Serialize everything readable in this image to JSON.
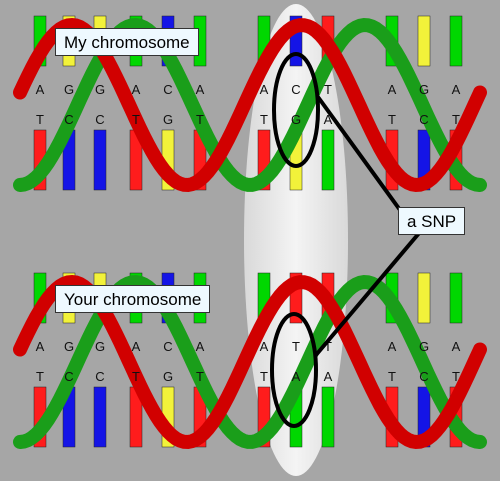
{
  "labels": {
    "top": "My chromosome",
    "bottom": "Your chromosome",
    "snp": "a SNP"
  },
  "strands": [
    {
      "row": "top",
      "upper": [
        "A",
        "G",
        "G",
        "A",
        "C",
        "A",
        "A",
        "C",
        "T",
        "A",
        "G",
        "A"
      ],
      "lower": [
        "T",
        "C",
        "C",
        "T",
        "G",
        "T",
        "T",
        "G",
        "A",
        "T",
        "C",
        "T"
      ]
    },
    {
      "row": "bottom",
      "upper": [
        "A",
        "G",
        "G",
        "A",
        "C",
        "A",
        "A",
        "T",
        "T",
        "A",
        "G",
        "A"
      ],
      "lower": [
        "T",
        "C",
        "C",
        "T",
        "G",
        "T",
        "T",
        "A",
        "A",
        "T",
        "C",
        "T"
      ]
    }
  ],
  "colors": {
    "A": "#00d700",
    "T": "#ff1c1c",
    "C": "#1414e6",
    "G": "#f2f23a",
    "backbone_red": "#d10000",
    "backbone_green": "#1a9e1a",
    "highlight": "#ececec",
    "background": "#a6a6a6"
  }
}
